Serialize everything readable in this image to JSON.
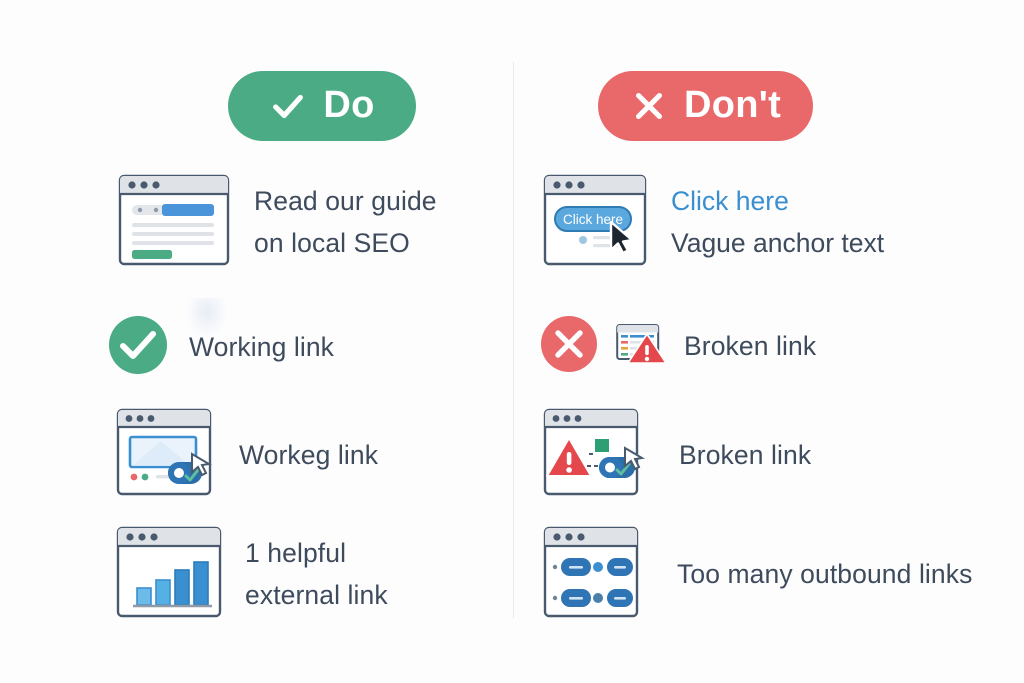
{
  "meta": {
    "background_color": "#fdfdfe",
    "divider_color": "#e9eaec",
    "text_color": "#3e4b5c",
    "link_color": "#3a8fd0",
    "green": "#4aab85",
    "red": "#e9696b",
    "blue": "#3a8fd0"
  },
  "columns": {
    "do": {
      "header": {
        "label": "Do",
        "icon": "check-icon",
        "color": "#4aab85"
      },
      "rows": [
        {
          "icon": "browser-window-search-result-icon",
          "text": "Read our guide\non local SEO"
        },
        {
          "icon": "green-check-circle-icon",
          "text": "Working link"
        },
        {
          "icon": "browser-window-link-icon",
          "text": "Workeg link"
        },
        {
          "icon": "browser-window-bar-chart-icon",
          "text": "1 helpful\nexternal link"
        }
      ]
    },
    "dont": {
      "header": {
        "label": "Don't",
        "icon": "cross-icon",
        "color": "#e9696b"
      },
      "rows": [
        {
          "icon": "browser-window-click-here-button-icon",
          "icon_button_label": "Click here",
          "text_primary": "Click here",
          "text_secondary": "Vague anchor text"
        },
        {
          "icon": "red-cross-circle-icon",
          "icon_secondary": "document-warning-icon",
          "text": "Broken link"
        },
        {
          "icon": "browser-window-broken-link-warning-icon",
          "text": "Broken link"
        },
        {
          "icon": "browser-window-many-links-icon",
          "text": "Too many outbound links"
        }
      ]
    }
  }
}
